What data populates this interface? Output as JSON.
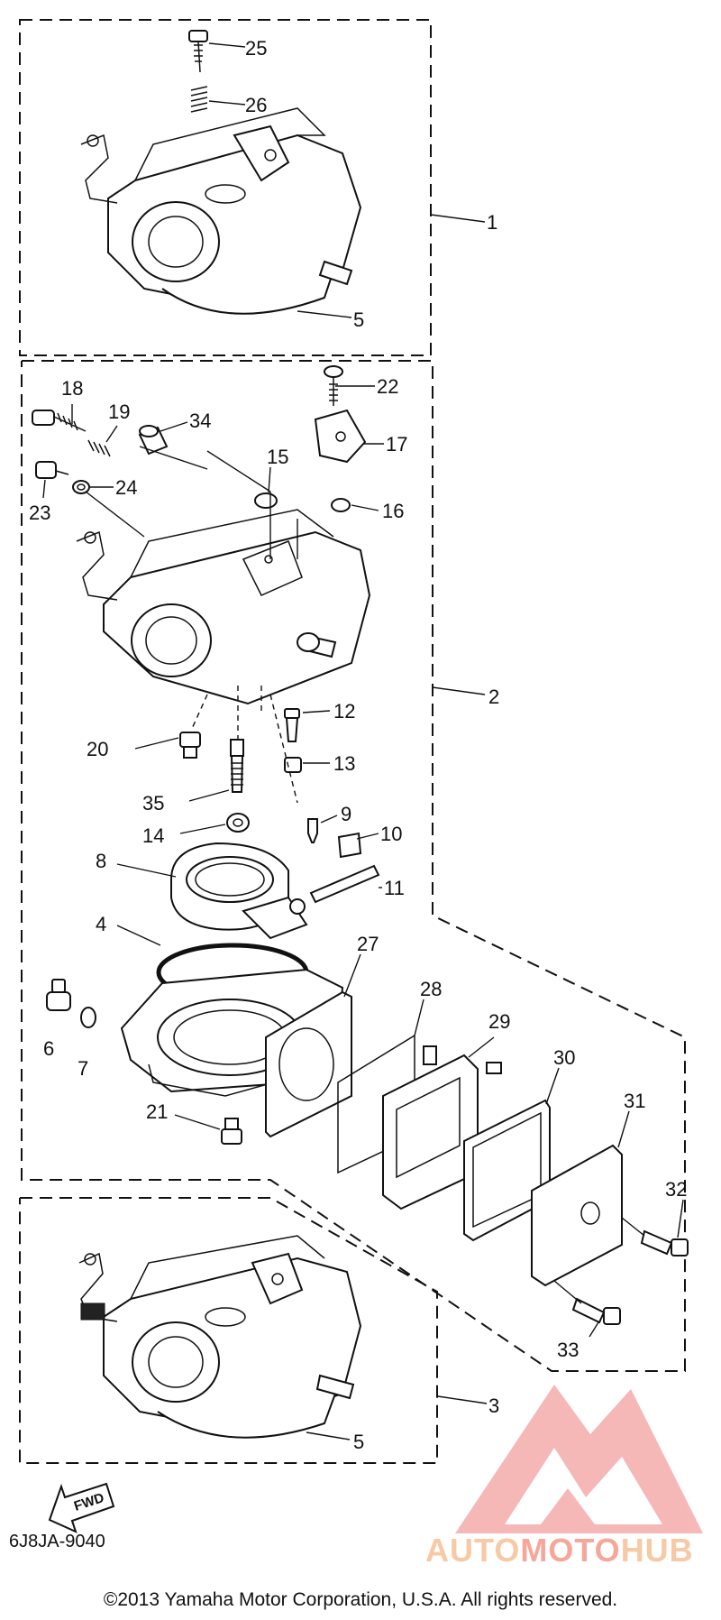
{
  "diagram": {
    "callouts": [
      "25",
      "26",
      "1",
      "5",
      "22",
      "18",
      "19",
      "34",
      "17",
      "15",
      "16",
      "23",
      "24",
      "2",
      "20",
      "12",
      "13",
      "35",
      "9",
      "14",
      "10",
      "8",
      "11",
      "4",
      "27",
      "28",
      "29",
      "30",
      "6",
      "7",
      "21",
      "31",
      "32",
      "33",
      "3",
      "5"
    ],
    "diagram_code": "6J8JA-9040",
    "fwd_label": "FWD",
    "copyright": "©2013 Yamaha Motor Corporation, U.S.A. All rights reserved.",
    "watermark": {
      "part1": "AUTO",
      "part2": "MOTO",
      "part3": "HUB",
      "colors": {
        "auto": "#f7c9a4",
        "moto": "#f6a79a",
        "hub": "#f7c9a4",
        "logo": "#f4a0a0"
      }
    }
  }
}
